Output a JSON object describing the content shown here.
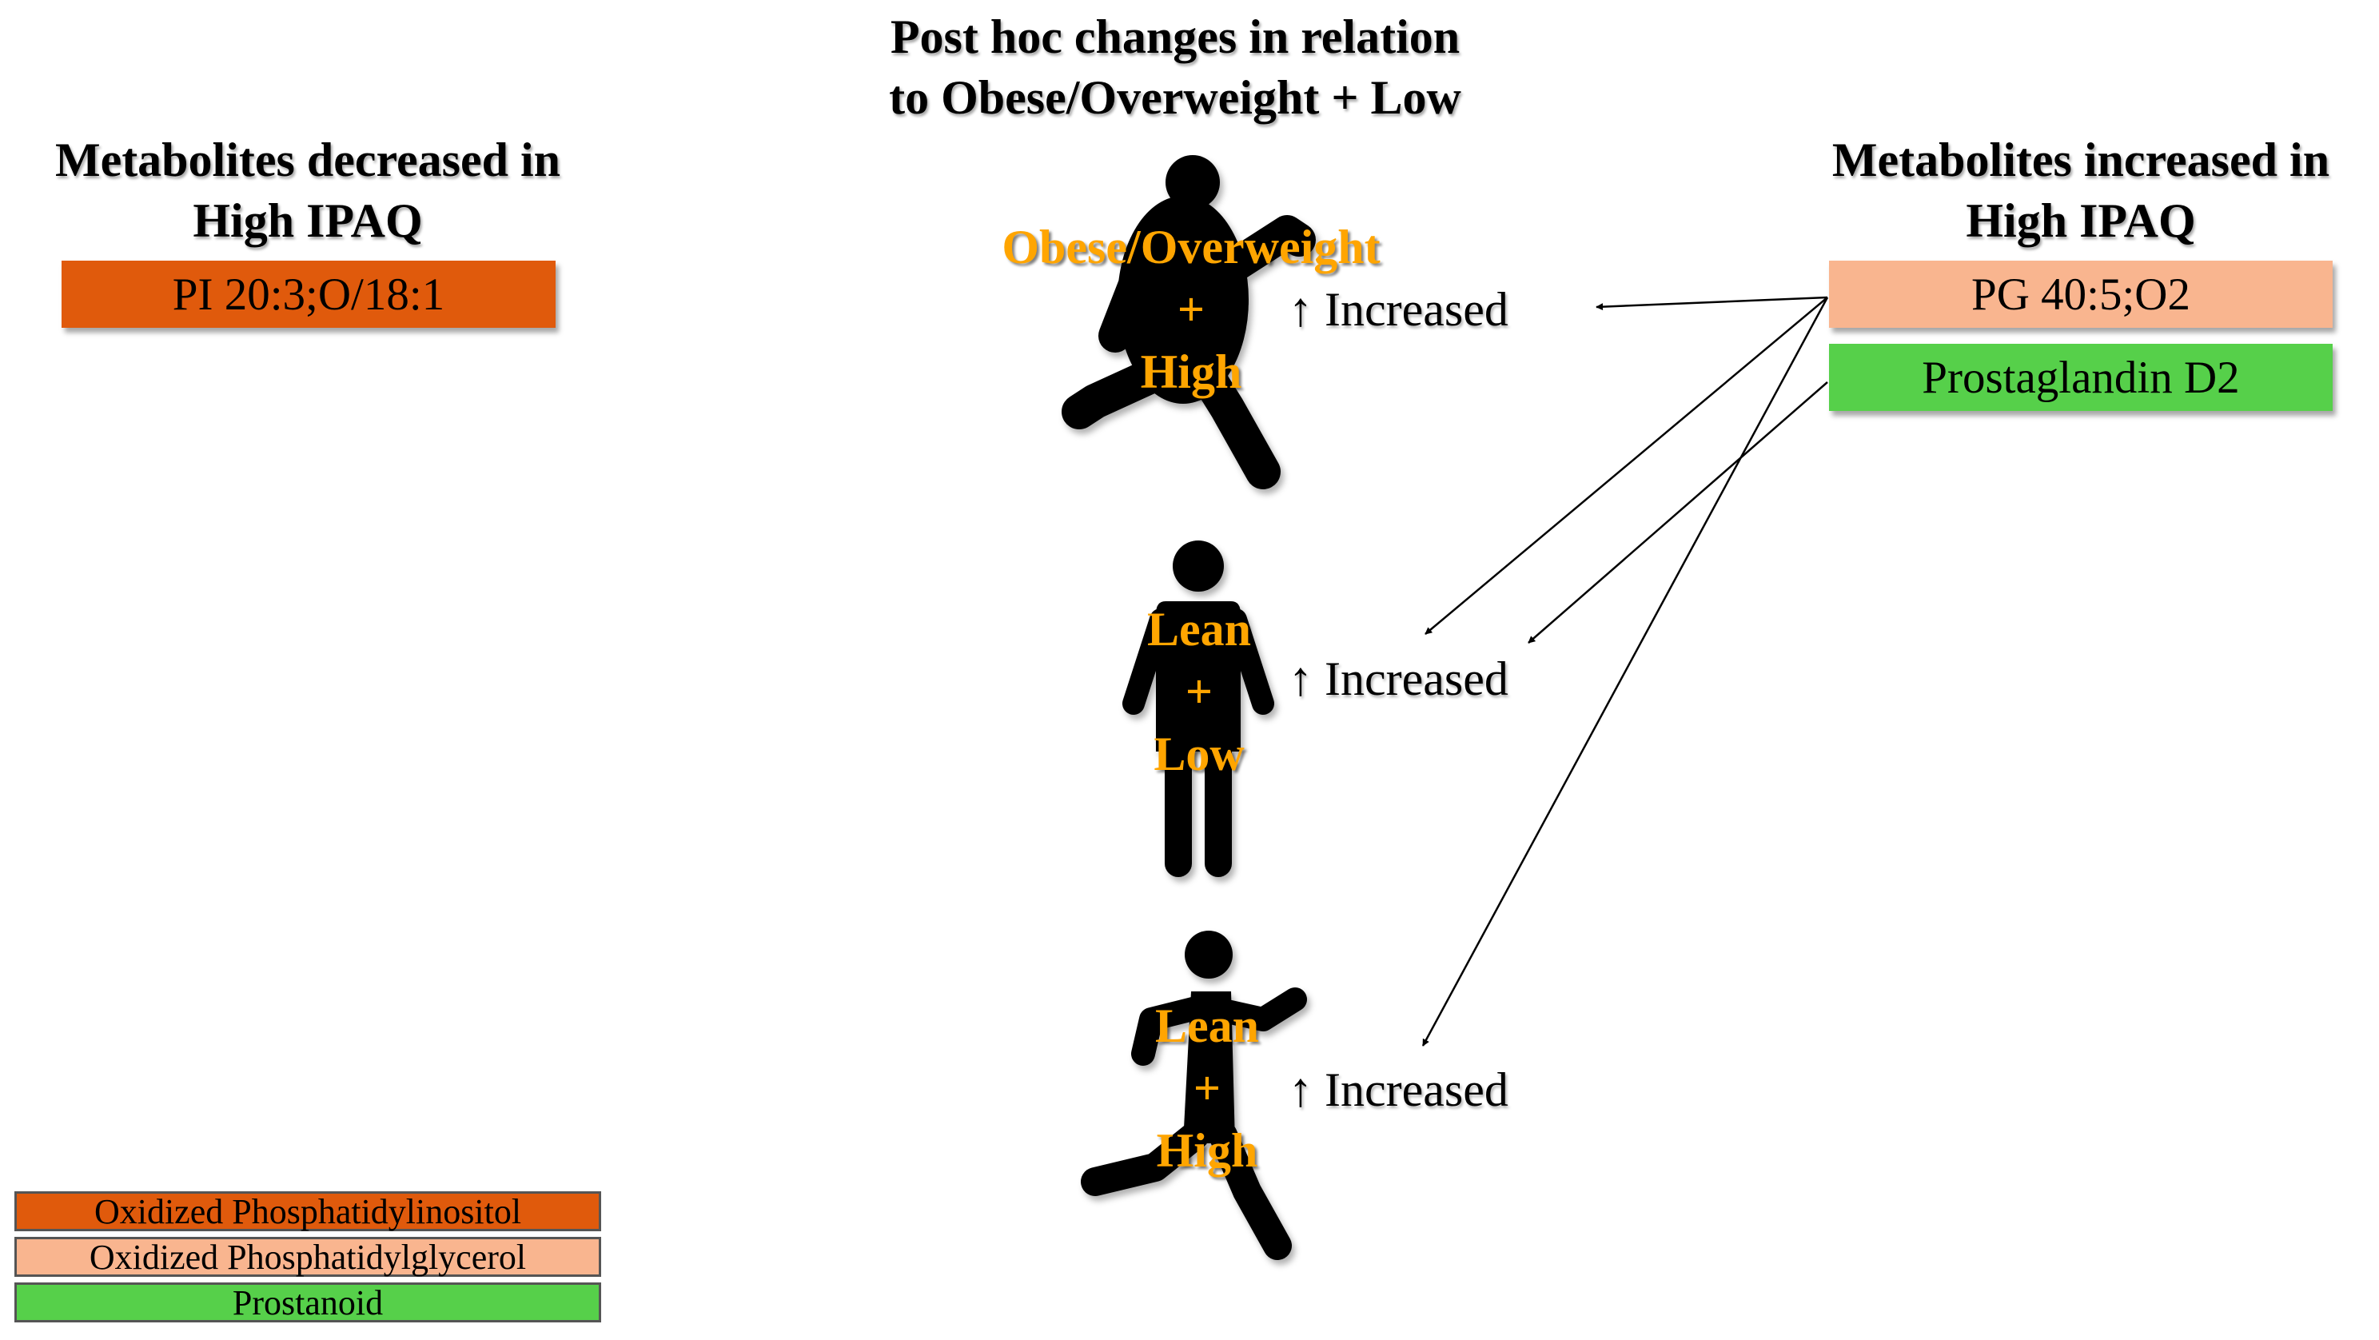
{
  "title": {
    "line1": "Post hoc changes in relation",
    "line2": "to Obese/Overweight + Low"
  },
  "decreased": {
    "heading_line1": "Metabolites decreased in",
    "heading_line2": "High IPAQ",
    "items": [
      {
        "label": "PI 20:3;O/18:1",
        "color": "#e05a0c"
      }
    ]
  },
  "increased": {
    "heading_line1": "Metabolites increased in",
    "heading_line2": "High IPAQ",
    "items": [
      {
        "label": "PG 40:5;O2",
        "color": "#f9b58f"
      },
      {
        "label": "Prostaglandin D2",
        "color": "#56d04a"
      }
    ]
  },
  "groups": [
    {
      "line1": "Obese/Overweight",
      "line2": "+",
      "line3": "High",
      "status": "↑ Increased",
      "pose": "running"
    },
    {
      "line1": "Lean",
      "line2": "+",
      "line3": "Low",
      "status": "↑ Increased",
      "pose": "standing"
    },
    {
      "line1": "Lean",
      "line2": "+",
      "line3": "High",
      "status": "↑ Increased",
      "pose": "running"
    }
  ],
  "legend": [
    {
      "label": "Oxidized Phosphatidylinositol",
      "color": "#e05a0c"
    },
    {
      "label": "Oxidized Phosphatidylglycerol",
      "color": "#f9b58f"
    },
    {
      "label": "Prostanoid",
      "color": "#56d04a"
    }
  ],
  "colors": {
    "figure": "#000000",
    "group_label": "#ffa500"
  }
}
